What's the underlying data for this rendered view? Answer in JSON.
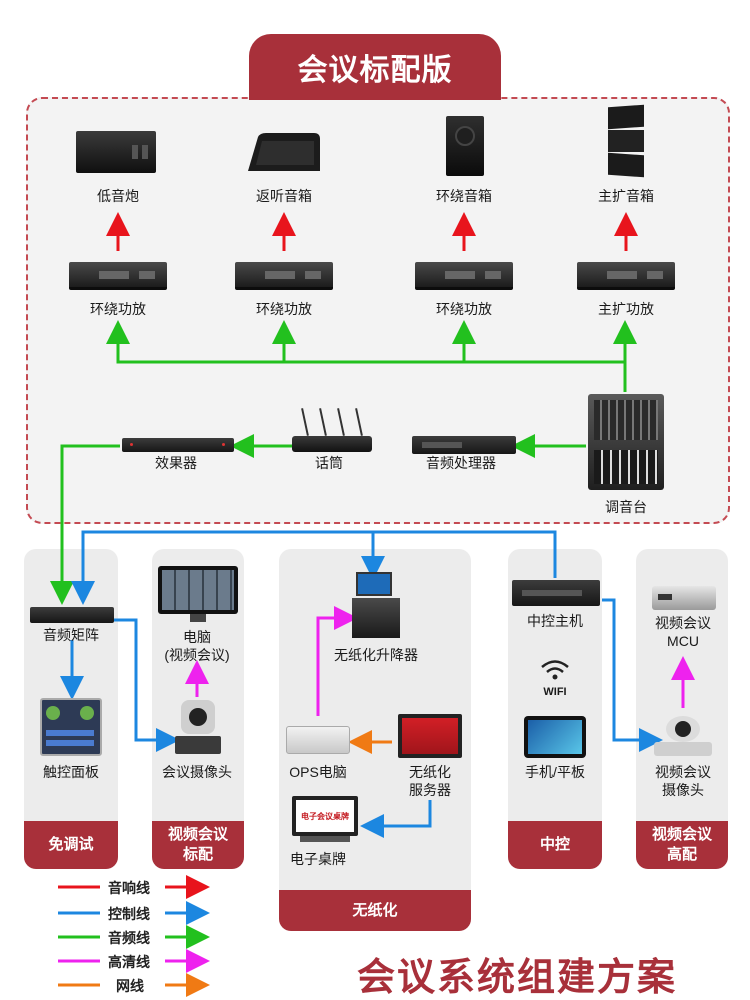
{
  "title": "会议标配版",
  "footer_title": "会议系统组建方案",
  "speakers": {
    "subwoofer": "低音炮",
    "monitor": "返听音箱",
    "surround": "环绕音箱",
    "main": "主扩音箱"
  },
  "amps": {
    "amp1": "环绕功放",
    "amp2": "环绕功放",
    "amp3": "环绕功放",
    "amp4": "主扩功放"
  },
  "devices": {
    "effects": "效果器",
    "microphone": "话筒",
    "processor": "音频处理器",
    "mixer": "调音台"
  },
  "panels": {
    "p1": {
      "footer": "免调试",
      "matrix": "音频矩阵",
      "touch": "触控面板"
    },
    "p2": {
      "footer_l1": "视频会议",
      "footer_l2": "标配",
      "pc_l1": "电脑",
      "pc_l2": "(视频会议)",
      "camera": "会议摄像头"
    },
    "p3": {
      "footer": "无纸化",
      "lift": "无纸化升降器",
      "ops": "OPS电脑",
      "server_l1": "无纸化",
      "server_l2": "服务器",
      "nameplate": "电子桌牌",
      "nameplate_screen": "电子会议桌牌"
    },
    "p4": {
      "footer": "中控",
      "host": "中控主机",
      "wifi": "WIFI",
      "phone": "手机/平板"
    },
    "p5": {
      "footer_l1": "视频会议",
      "footer_l2": "高配",
      "mcu_l1": "视频会议",
      "mcu_l2": "MCU",
      "cam_l1": "视频会议",
      "cam_l2": "摄像头"
    }
  },
  "legend": [
    {
      "label": "音响线",
      "color": "#e8141c"
    },
    {
      "label": "控制线",
      "color": "#1c87e0"
    },
    {
      "label": "音频线",
      "color": "#22c01e"
    },
    {
      "label": "高清线",
      "color": "#ee22ee"
    },
    {
      "label": "网线",
      "color": "#f07a14"
    }
  ]
}
